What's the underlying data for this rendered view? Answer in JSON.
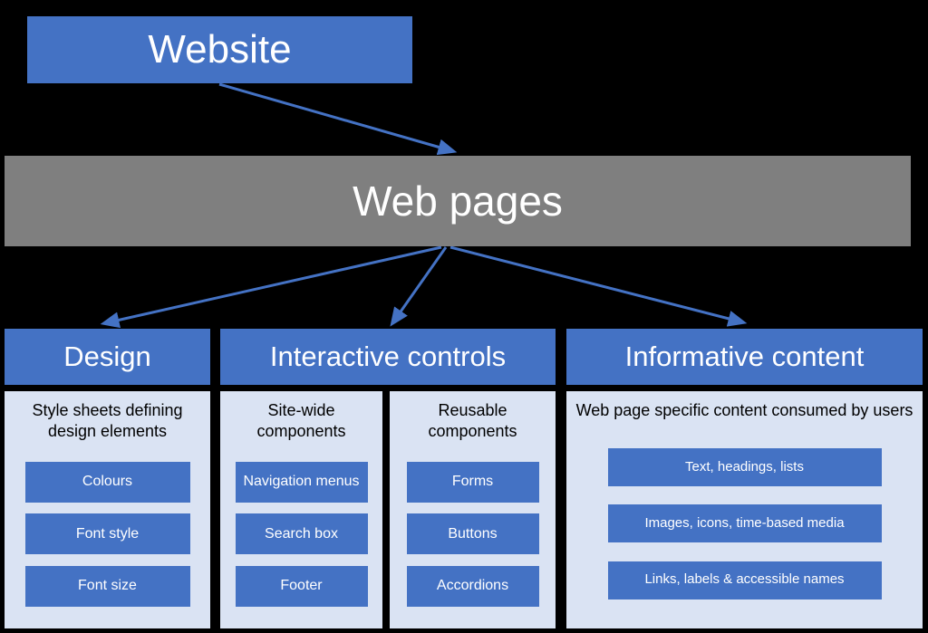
{
  "colors": {
    "accent_blue": "#4472C4",
    "gray": "#7F7F7F",
    "panel_light": "#DAE3F3",
    "background": "#000000",
    "text_on_blue": "#FFFFFF",
    "text_on_panel": "#000000"
  },
  "root": {
    "label": "Website"
  },
  "level2": {
    "label": "Web pages"
  },
  "columns": [
    {
      "header": "Design",
      "panels": [
        {
          "description": "Style sheets defining design elements",
          "items": [
            "Colours",
            "Font style",
            "Font size"
          ]
        }
      ]
    },
    {
      "header": "Interactive controls",
      "panels": [
        {
          "description": "Site-wide components",
          "items": [
            "Navigation menus",
            "Search box",
            "Footer"
          ]
        },
        {
          "description": "Reusable components",
          "items": [
            "Forms",
            "Buttons",
            "Accordions"
          ]
        }
      ]
    },
    {
      "header": "Informative content",
      "panels": [
        {
          "description": "Web page specific content consumed by users",
          "items": [
            "Text, headings, lists",
            "Images, icons, time-based media",
            "Links, labels & accessible names"
          ]
        }
      ]
    }
  ]
}
